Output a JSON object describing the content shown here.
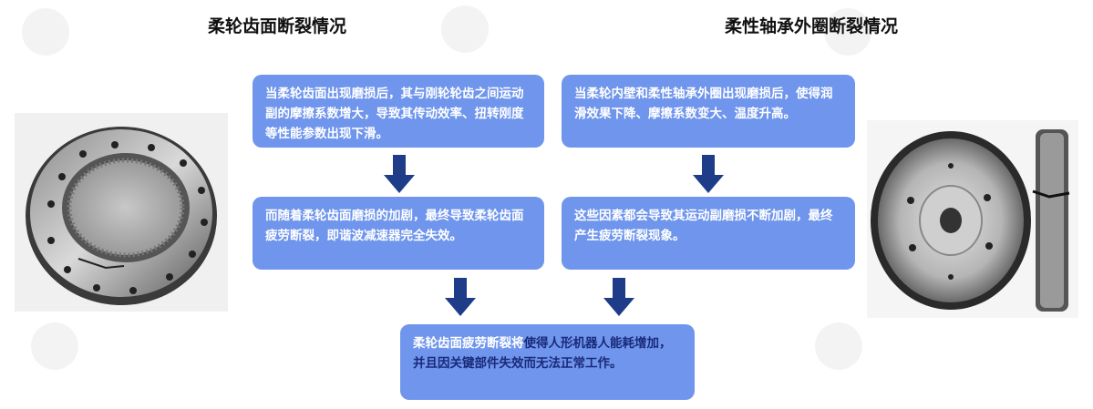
{
  "titles": {
    "left": "柔轮齿面断裂情况",
    "right": "柔性轴承外圈断裂情况"
  },
  "boxes": {
    "left_top": "当柔轮齿面出现磨损后，其与刚轮轮齿之间运动副的摩擦系数增大，导致其传动效率、扭转刚度等性能参数出现下滑。",
    "right_top": "当柔轮内壁和柔性轴承外圈出现磨损后，使得润滑效果下降、摩擦系数变大、温度升高。",
    "left_mid": "而随着柔轮齿面磨损的加剧，最终导致柔轮齿面疲劳断裂，即谐波减速器完全失效。",
    "right_mid": "这些因素都会导致其运动副磨损不断加剧，最终产生疲劳断裂现象。",
    "bottom_part1": "柔轮齿面疲劳断裂将",
    "bottom_part2": "使得人形机器人能耗增加，并且因关键部件失效而无法正常工作。"
  },
  "colors": {
    "box_fill": "#6f95ec",
    "arrow": "#1f3c88",
    "highlight_text": "#1a2a7a"
  },
  "icons": {
    "arrow": "down-arrow-icon"
  }
}
